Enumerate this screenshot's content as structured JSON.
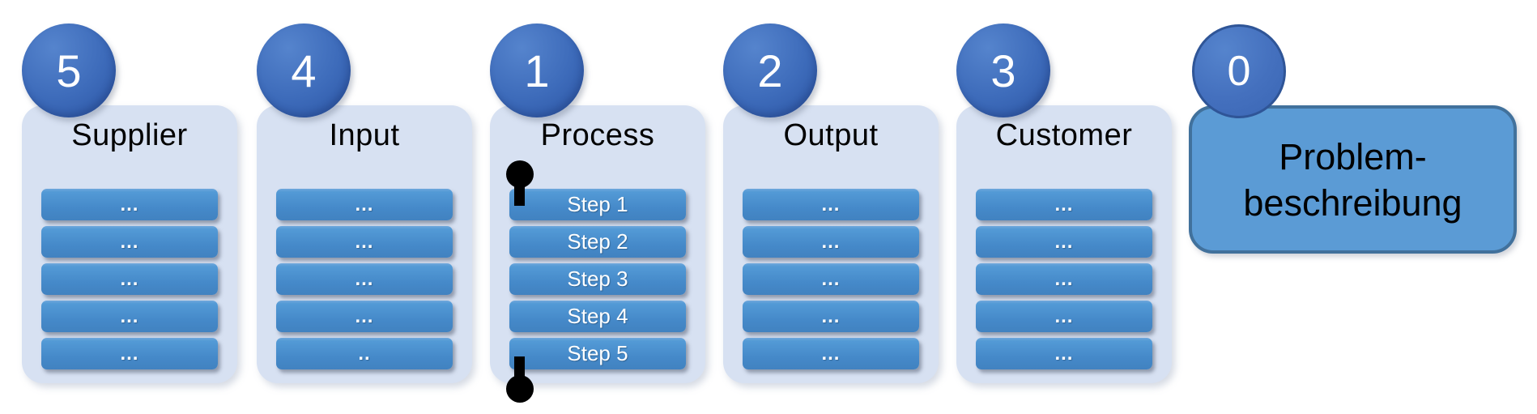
{
  "diagram_type": "SIPOC process diagram",
  "columns": [
    {
      "number": "5",
      "header": "Supplier",
      "rows": [
        "…",
        "…",
        "…",
        "…",
        "…"
      ]
    },
    {
      "number": "4",
      "header": "Input",
      "rows": [
        "…",
        "…",
        "…",
        "…",
        ".."
      ]
    },
    {
      "number": "1",
      "header": "Process",
      "rows": [
        "Step 1",
        "Step 2",
        "Step 3",
        "Step 4",
        "Step 5"
      ]
    },
    {
      "number": "2",
      "header": "Output",
      "rows": [
        "…",
        "…",
        "…",
        "…",
        "…"
      ]
    },
    {
      "number": "3",
      "header": "Customer",
      "rows": [
        "…",
        "…",
        "…",
        "…",
        "…"
      ]
    }
  ],
  "process_markers": [
    "process-start-pin",
    "process-end-pin"
  ],
  "problem_box": {
    "number": "0",
    "label_lines": [
      "Problem-",
      "beschreibung"
    ]
  },
  "colors": {
    "panel-bg": "#D7E1F2",
    "bar-top": "#6FA7DC",
    "bar-bottom": "#4182C0",
    "circle-top": "#5584CD",
    "circle-bottom": "#2B54A3",
    "circle-zero-border": "#2F5597",
    "problem-fill": "#5B9BD5",
    "problem-border": "#41719C",
    "pin": "#000000"
  }
}
